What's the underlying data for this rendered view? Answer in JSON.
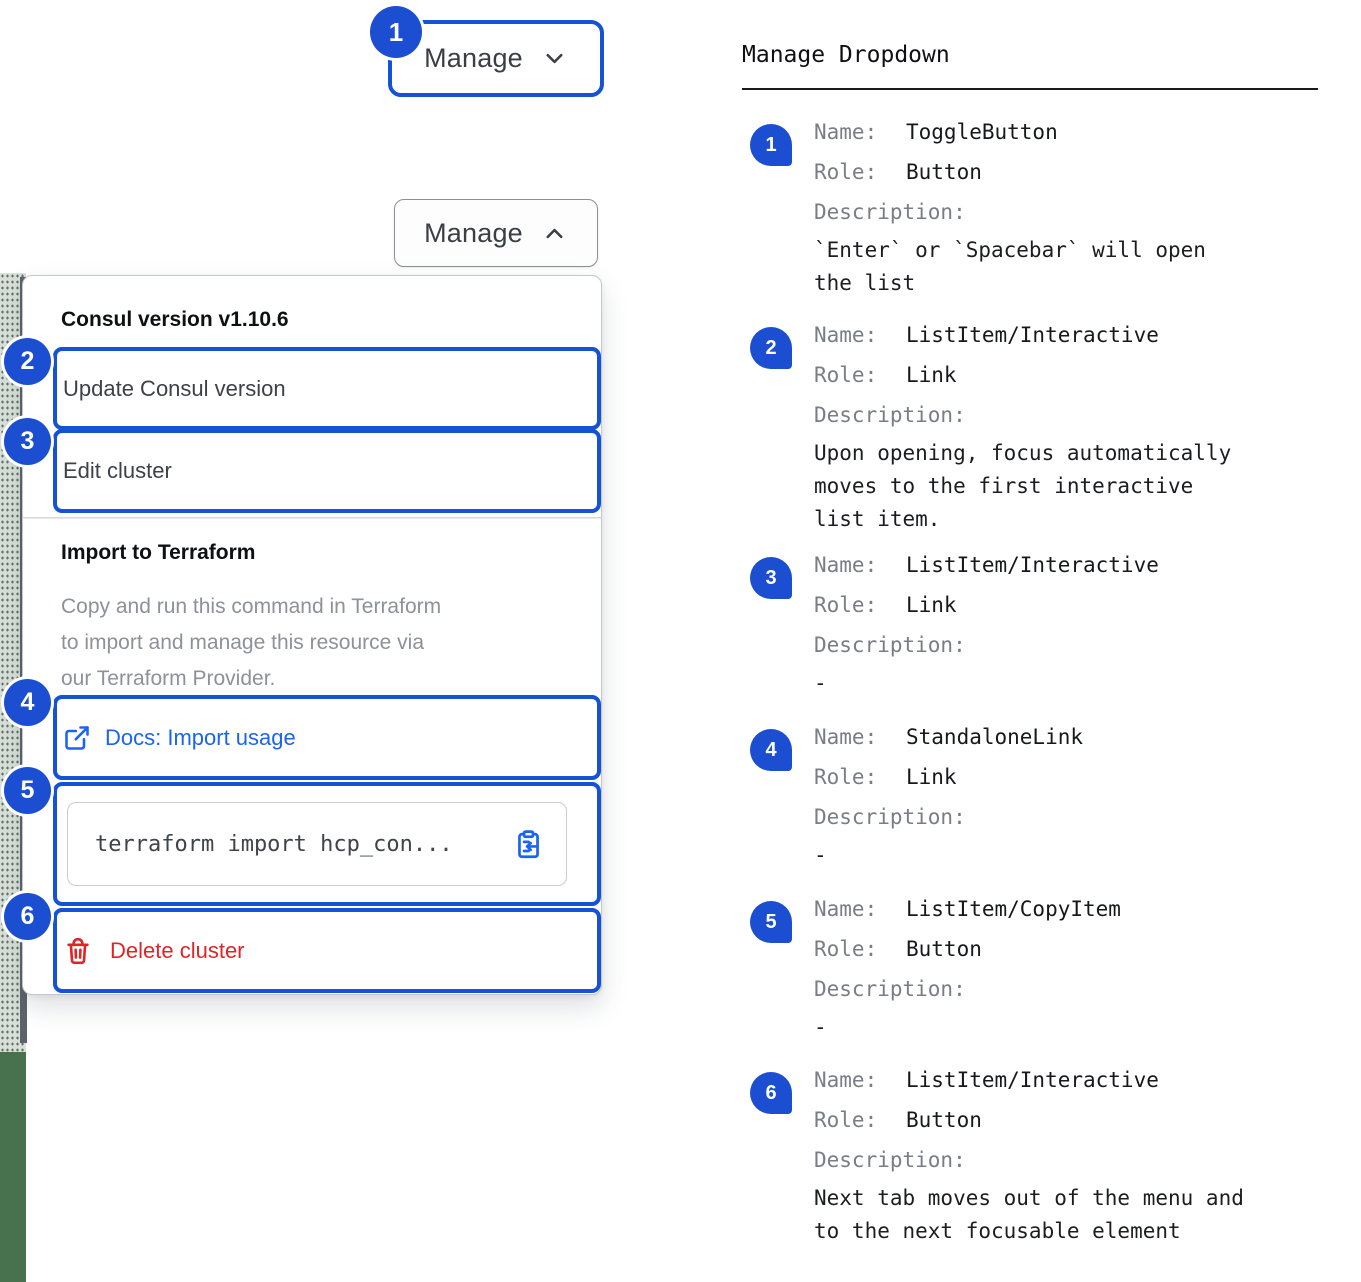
{
  "colors": {
    "annotation_blue": "#1b4ed1",
    "focus_outline_blue": "#1553d6",
    "link_blue": "#1b64f1",
    "danger_red": "#e02528",
    "muted_text": "#8d919a",
    "edge_strip_green": "#48714e"
  },
  "left": {
    "toggle_closed": {
      "label": "Manage"
    },
    "toggle_open": {
      "label": "Manage"
    },
    "badges": [
      "1",
      "2",
      "3",
      "4",
      "5",
      "6"
    ],
    "menu": {
      "version_header": "Consul version v1.10.6",
      "update_item": "Update Consul version",
      "edit_item": "Edit cluster",
      "import_header": "Import to Terraform",
      "import_desc": "Copy and run this command in Terraform\nto import and manage this resource via\nour Terraform Provider.",
      "docs_link": "Docs: Import usage",
      "code_snippet": "terraform import hcp_con...",
      "delete_item": "Delete cluster"
    }
  },
  "right": {
    "title": "Manage Dropdown",
    "labels": {
      "name": "Name:",
      "role": "Role:",
      "description": "Description:"
    },
    "items": [
      {
        "num": "1",
        "name": "ToggleButton",
        "role": "Button",
        "description": "`Enter` or `Spacebar` will open\nthe list"
      },
      {
        "num": "2",
        "name": "ListItem/Interactive",
        "role": "Link",
        "description": "Upon opening, focus automatically\nmoves to the first interactive\nlist item."
      },
      {
        "num": "3",
        "name": "ListItem/Interactive",
        "role": "Link",
        "description": "-"
      },
      {
        "num": "4",
        "name": "StandaloneLink",
        "role": "Link",
        "description": "-"
      },
      {
        "num": "5",
        "name": "ListItem/CopyItem",
        "role": "Button",
        "description": "-"
      },
      {
        "num": "6",
        "name": "ListItem/Interactive",
        "role": "Button",
        "description": "Next tab moves out of the menu and\nto the next focusable element"
      }
    ]
  }
}
